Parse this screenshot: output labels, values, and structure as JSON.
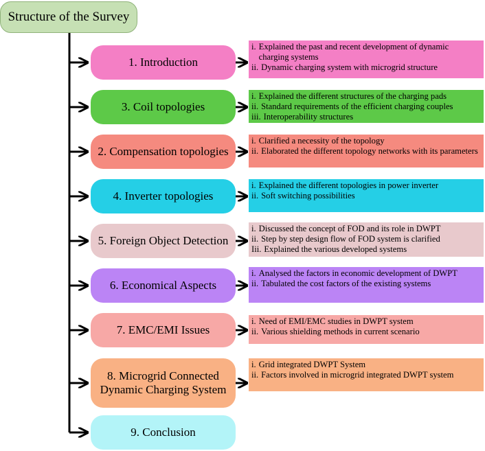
{
  "title": "Structure of the Survey",
  "sections": [
    {
      "label": "1. Introduction",
      "color": "#f47fc5",
      "notes": [
        {
          "num": "i.",
          "text": "Explained the past and recent development of dynamic charging systems"
        },
        {
          "num": "ii.",
          "text": "Dynamic charging system with microgrid structure"
        }
      ]
    },
    {
      "label": "3. Coil topologies",
      "color": "#5dc948",
      "notes": [
        {
          "num": "i.",
          "text": "Explained the different structures of the charging pads"
        },
        {
          "num": "ii.",
          "text": "Standard requirements of the efficient charging couples"
        },
        {
          "num": "iii.",
          "text": "Interoperability structures"
        }
      ]
    },
    {
      "label": "2. Compensation topologies",
      "color": "#f58a7f",
      "notes": [
        {
          "num": "i.",
          "text": "Clarified a necessity of the topology"
        },
        {
          "num": "ii.",
          "text": "Elaborated the different topology networks with its parameters"
        }
      ]
    },
    {
      "label": "4. Inverter topologies",
      "color": "#25cfe6",
      "notes": [
        {
          "num": "i.",
          "text": "Explained the different topologies in power inverter"
        },
        {
          "num": "ii.",
          "text": "Soft switching possibilities"
        }
      ]
    },
    {
      "label": "5. Foreign Object Detection",
      "color": "#e8c9cc",
      "notes": [
        {
          "num": "i.",
          "text": "Discussed the concept of FOD and its role in DWPT"
        },
        {
          "num": "ii.",
          "text": "Step by step design flow of FOD system is clarified"
        },
        {
          "num": "Iii.",
          "text": "Explained the various developed systems"
        }
      ]
    },
    {
      "label": "6. Economical Aspects",
      "color": "#bb84f5",
      "notes": [
        {
          "num": "i.",
          "text": "Analysed the factors in economic development of DWPT"
        },
        {
          "num": "ii.",
          "text": "Tabulated the cost factors of the existing systems"
        }
      ]
    },
    {
      "label": "7. EMC/EMI Issues",
      "color": "#f7a8a6",
      "notes": [
        {
          "num": "i.",
          "text": "Need of EMI/EMC studies in DWPT system"
        },
        {
          "num": "ii.",
          "text": "Various shielding methods in current scenario"
        }
      ]
    },
    {
      "label": "8. Microgrid Connected Dynamic Charging System",
      "color": "#f9b184",
      "notes": [
        {
          "num": "i.",
          "text": "Grid integrated DWPT System"
        },
        {
          "num": "ii.",
          "text": "Factors involved in microgrid integrated DWPT system"
        }
      ]
    },
    {
      "label": "9. Conclusion",
      "color": "#b3f4f8",
      "notes": []
    }
  ]
}
